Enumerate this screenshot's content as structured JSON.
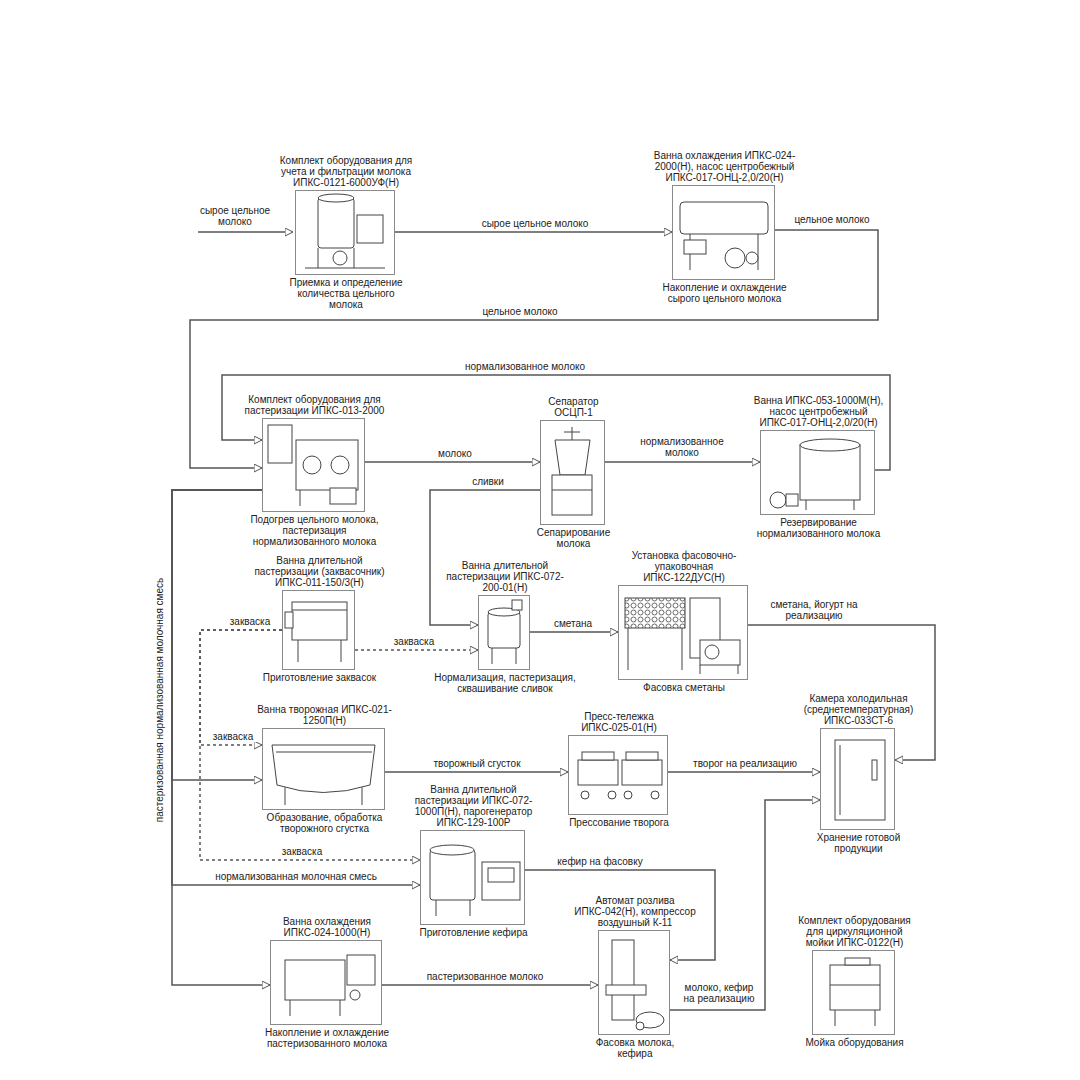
{
  "diagram": {
    "nodes": [
      {
        "text": [
          "Комплект оборудования для учета и фильтрации молока ИПКС-0121-6000УФ(Н)",
          "Приемка и определение количества цельного молока"
        ]
      },
      {
        "text": [
          "Ванна охлаждения ИПКС-024-2000(Н), насос центробежный ИПКС-017-ОНЦ-2,0/20(Н)",
          "Накопление и охлаждение сырого цельного молока"
        ]
      },
      {
        "text": [
          "Комплект оборудования для пастеризации ИПКС-013-2000",
          "Подогрев цельного молока, пастеризация нормализованного молока"
        ]
      },
      {
        "text": [
          "Сепаратор ОСЦП-1",
          "Сепарирование молока"
        ]
      },
      {
        "text": [
          "Ванна ИПКС-053-1000М(Н), насос центробежный ИПКС-017-ОНЦ-2,0/20(Н)",
          "Резервирование нормализованного молока"
        ]
      },
      {
        "text": [
          "Ванна длительной пастеризации (заквасочник) ИПКС-011-150/3(Н)",
          "Приготовление заквасок"
        ]
      },
      {
        "text": [
          "Ванна длительной пастеризации ИПКС-072-200-01(Н)",
          "Нормализация, пастеризация, сквашивание сливок"
        ]
      },
      {
        "text": [
          "Установка фасовочно-упаковочная ИПКС-122ДУС(Н)",
          "Фасовка сметаны"
        ]
      },
      {
        "text": [
          "Камера холодильная (среднетемпературная) ИПКС-033СТ-6",
          "Хранение готовой продукции"
        ]
      },
      {
        "text": [
          "Ванна творожная ИПКС-021-1250П(Н)",
          "Образование, обработка творожного сгустка"
        ]
      },
      {
        "text": [
          "Пресс-тележка ИПКС-025-01(Н)",
          "Прессование творога"
        ]
      },
      {
        "text": [
          "Ванна длительной пастеризации ИПКС-072-1000П(Н), парогенератор ИПКС-129-100Р",
          "Приготовление кефира"
        ]
      },
      {
        "text": [
          "Ванна охлаждения ИПКС-024-1000(Н)",
          "Накопление и охлаждение пастеризованного молока"
        ]
      },
      {
        "text": [
          "Автомат розлива ИПКС-042(Н), компрессор воздушный К-11",
          "Фасовка молока, кефира"
        ]
      },
      {
        "text": [
          "Комплект оборудования для циркуляционной мойки ИПКС-0122(Н)",
          "Мойка оборудования"
        ]
      }
    ],
    "edges": [
      {
        "from": 0,
        "to": 1,
        "label": "сырое цельное молоко",
        "arrow": "to"
      },
      {
        "from": 1,
        "to": 2,
        "label": "цельное молоко",
        "arrow": "to"
      },
      {
        "from": 2,
        "to": 3,
        "label": "молоко",
        "arrow": "to"
      },
      {
        "from": 3,
        "to": 4,
        "label": "нормализованное молоко",
        "arrow": "to"
      },
      {
        "from": 4,
        "to": 2,
        "label": "нормализованное молоко",
        "arrow": "to"
      },
      {
        "from": 3,
        "to": 6,
        "label": "сливки",
        "arrow": "to"
      },
      {
        "from": 5,
        "to": 6,
        "label": "закваска",
        "arrow": "to"
      },
      {
        "from": 6,
        "to": 7,
        "label": "сметана",
        "arrow": "to"
      },
      {
        "from": 7,
        "to": 8,
        "label": "сметана, йогурт на реализацию",
        "arrow": "to"
      },
      {
        "from": 5,
        "to": 9,
        "label": "закваска",
        "arrow": "to"
      },
      {
        "from": 5,
        "to": 11,
        "label": "закваска",
        "arrow": "to"
      },
      {
        "from": 2,
        "to": 9,
        "arrow": "to"
      },
      {
        "from": 2,
        "to": 11,
        "label": "нормализованная молочная смесь",
        "arrow": "to"
      },
      {
        "from": 2,
        "to": 12,
        "arrow": "to"
      },
      {
        "from": 9,
        "to": 10,
        "label": "творожный сгусток",
        "arrow": "to"
      },
      {
        "from": 10,
        "to": 8,
        "label": "творог на реализацию",
        "arrow": "to"
      },
      {
        "from": 11,
        "to": 13,
        "label": "кефир на фасовку",
        "arrow": "to"
      },
      {
        "from": 12,
        "to": 13,
        "label": "пастеризованное молоко",
        "arrow": "to"
      },
      {
        "from": 13,
        "to": 8,
        "label": "молоко, кефир на реализацию",
        "arrow": "to"
      }
    ],
    "labels": [
      "сырое цельное молоко",
      "цельное молоко",
      "закваска",
      "пастеризованная нормализованная молочная смесь"
    ]
  }
}
